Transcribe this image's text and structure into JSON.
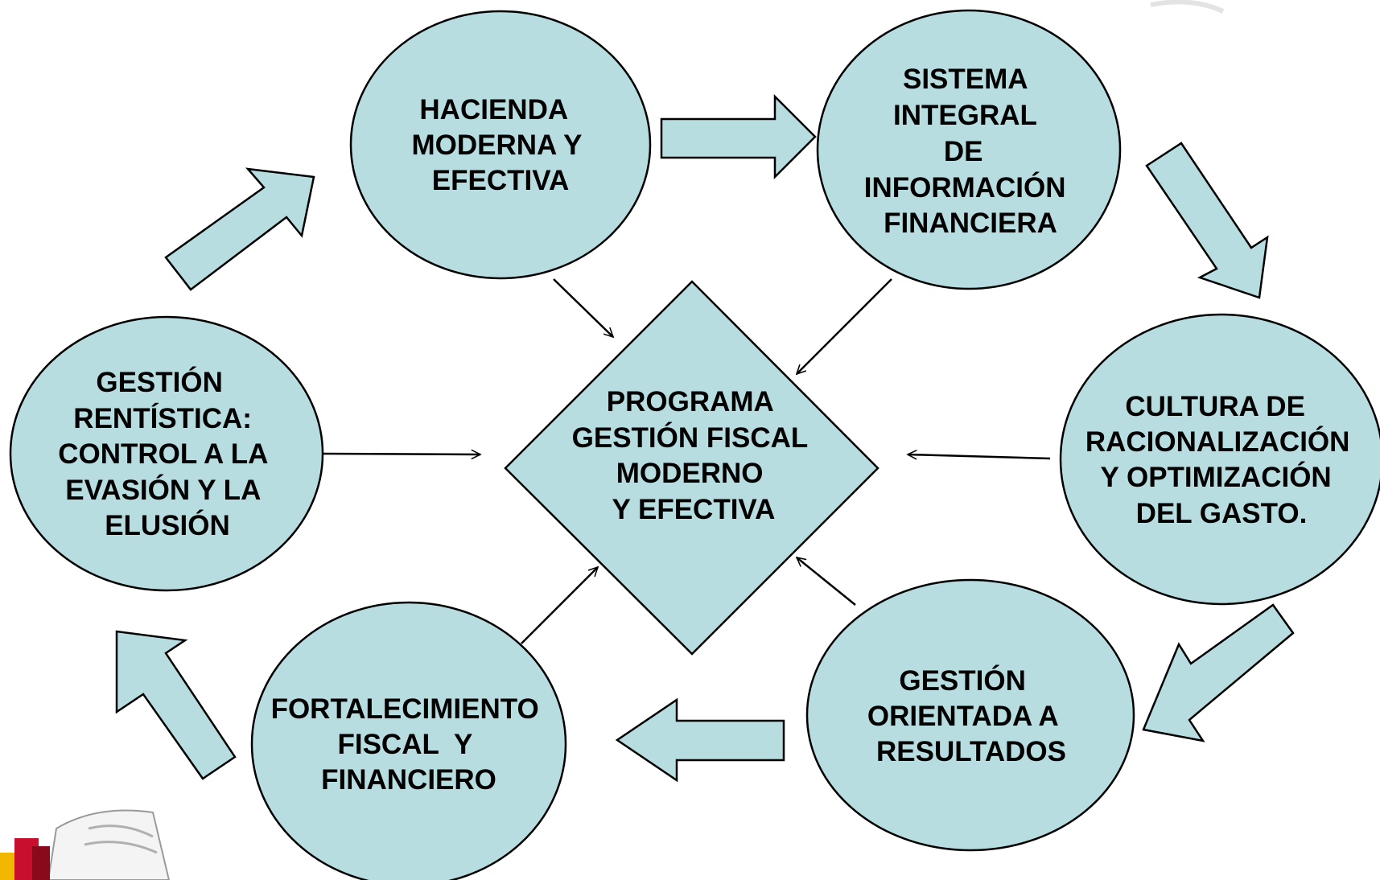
{
  "center": {
    "lines": [
      "PROGRAMA",
      "GESTIÓN FISCAL",
      "MODERNO",
      "Y EFECTIVA"
    ]
  },
  "nodes": [
    {
      "id": "hacienda",
      "lines": [
        "HACIENDA",
        "MODERNA Y",
        "EFECTIVA"
      ]
    },
    {
      "id": "sistema",
      "lines": [
        "SISTEMA",
        "INTEGRAL",
        "DE",
        "INFORMACIÓN",
        "FINANCIERA"
      ]
    },
    {
      "id": "cultura",
      "lines": [
        "CULTURA DE",
        "RACIONALIZACIÓN",
        "Y OPTIMIZACIÓN",
        "DEL GASTO."
      ]
    },
    {
      "id": "gestion-resultados",
      "lines": [
        "GESTIÓN",
        "ORIENTADA A",
        "RESULTADOS"
      ]
    },
    {
      "id": "fortalecimiento",
      "lines": [
        "FORTALECIMIENTO",
        "FISCAL  Y",
        "FINANCIERO"
      ]
    },
    {
      "id": "gestion-rentistica",
      "lines": [
        "GESTIÓN",
        "RENTÍSTICA:",
        "CONTROL A LA",
        "EVASIÓN Y LA",
        "ELUSIÓN"
      ]
    }
  ],
  "colors": {
    "node_fill": "#b8dde1",
    "stroke": "#000000",
    "logo_red": "#c8102e",
    "logo_yellow": "#f2b700"
  },
  "icons": {
    "logo": "corner-logo-icon"
  }
}
